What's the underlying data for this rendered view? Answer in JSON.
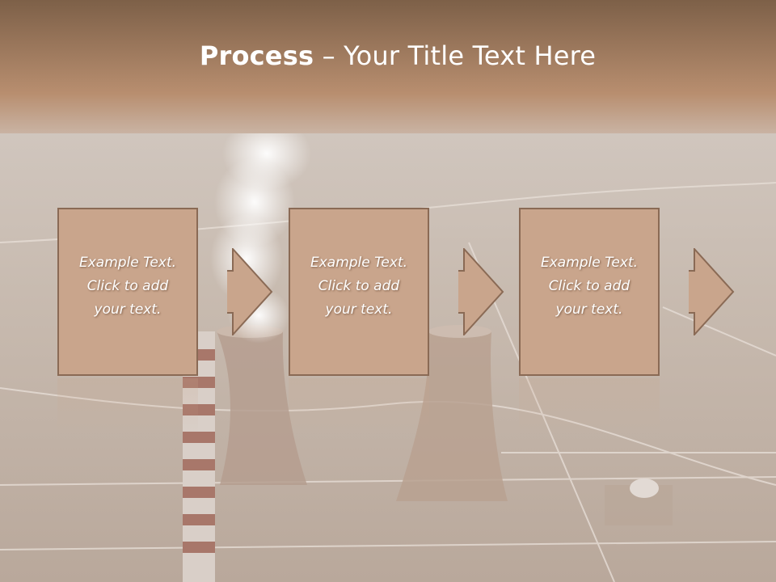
{
  "slide": {
    "title_bold": "Process",
    "title_rest": " – Your Title Text Here"
  },
  "steps": [
    {
      "line1": "Example Text.",
      "line2": "Click  to add",
      "line3": "your text."
    },
    {
      "line1": "Example Text.",
      "line2": "Click  to add",
      "line3": "your text."
    },
    {
      "line1": "Example Text.",
      "line2": "Click  to add",
      "line3": "your text."
    }
  ],
  "colors": {
    "header_top": "#7d6048",
    "header_bottom": "#b88e6f",
    "box_fill": "#c9a58c",
    "box_border": "#8a6a55",
    "text": "#ffffff"
  },
  "background_image": "aerial-power-plant-cooling-towers"
}
